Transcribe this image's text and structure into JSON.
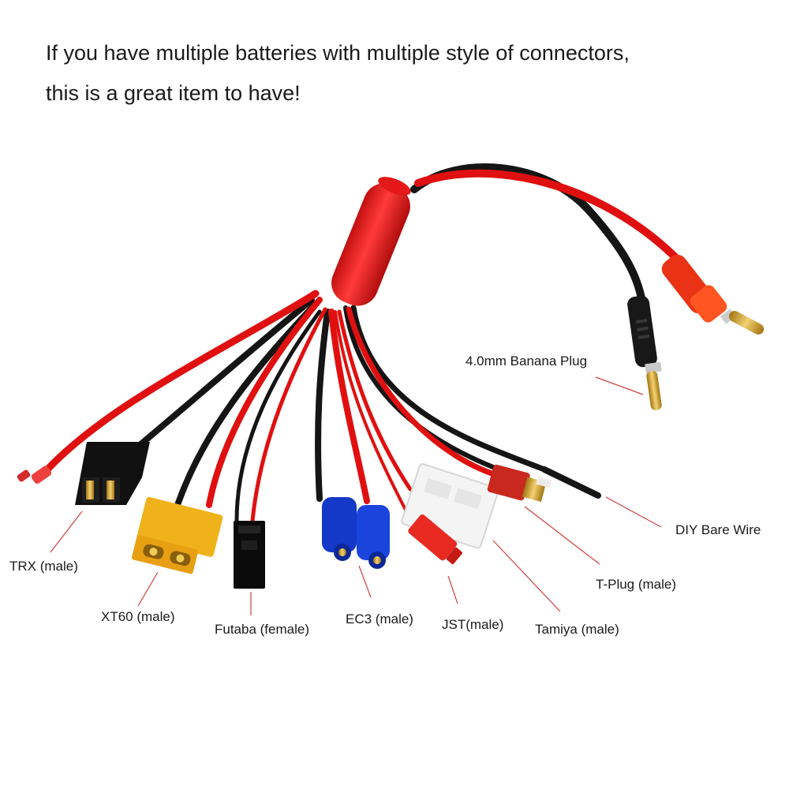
{
  "headline": {
    "line1": "If you have multiple batteries with multiple style of connectors,",
    "line2": "this is a great item to have!"
  },
  "labels": {
    "banana": "4.0mm Banana Plug",
    "diy": "DIY Bare Wire",
    "tplug": "T-Plug (male)",
    "tamiya": "Tamiya (male)",
    "jst": "JST(male)",
    "ec3": "EC3 (male)",
    "futaba": "Futaba (female)",
    "xt60": "XT60 (male)",
    "trx": "TRX (male)"
  },
  "colors": {
    "wire_red": "#e01010",
    "wire_black": "#151515",
    "sleeve_red": "#ee1a1a",
    "gold": "#d4a020",
    "xt60_yellow": "#f0b21a",
    "ec3_blue": "#1438c8",
    "tplug_red": "#c8281e",
    "tamiya_white": "#f4f4f4",
    "leader_line": "#d04040"
  }
}
